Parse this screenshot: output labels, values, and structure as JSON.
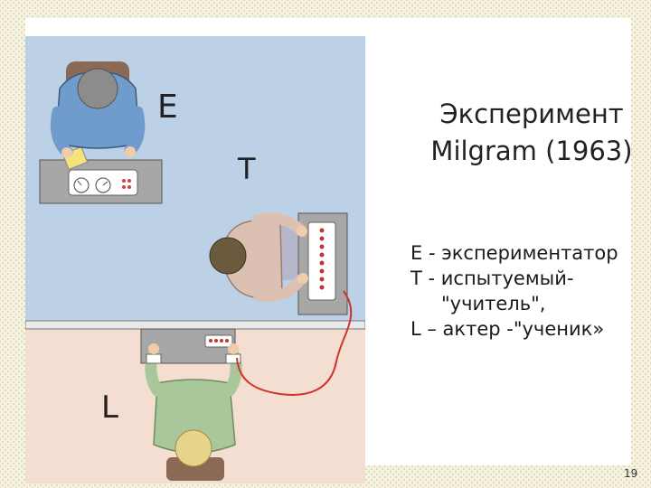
{
  "title": {
    "line1": "Эксперимент",
    "line2": "Milgram (1963)"
  },
  "roles": {
    "experimenter_letter": "E",
    "teacher_letter": "T",
    "learner_letter": "L"
  },
  "legend": {
    "line1": "E - экспериментатор",
    "line2": "T - испытуемый-",
    "line3": "\"учитель\",",
    "line4": "L – актер -\"ученик»"
  },
  "page_number": "19",
  "colors": {
    "upper_room": "#bcd0e6",
    "lower_room": "#f4ddd1",
    "experimenter_shirt": "#6f9ccd",
    "teacher_shirt": "#dcc1b3",
    "learner_shirt": "#a9c79b",
    "wire": "#d2322d"
  }
}
